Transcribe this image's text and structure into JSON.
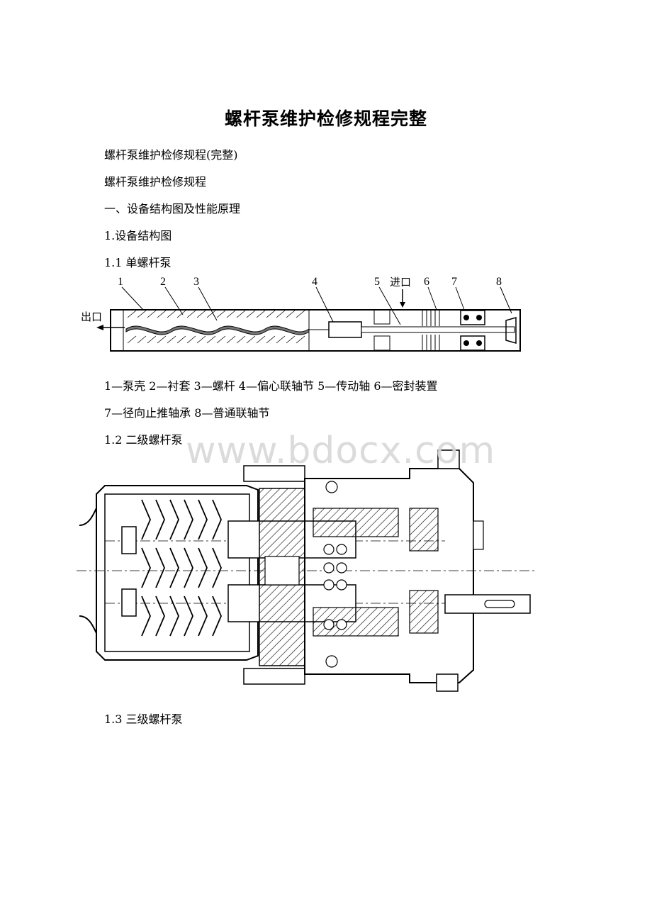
{
  "doc": {
    "title": "螺杆泵维护检修规程完整",
    "lines": [
      "螺杆泵维护检修规程(完整)",
      "螺杆泵维护检修规程",
      "一、设备结构图及性能原理",
      "1.设备结构图",
      "1.1 单螺杆泵"
    ],
    "legend1": "1—泵壳 2—衬套 3—螺杆 4—偏心联轴节 5—传动轴 6—密封装置",
    "legend2": "7—径向止推轴承 8—普通联轴节",
    "heading_1_2": "1.2 二级螺杆泵",
    "heading_1_3": "1.3 三级螺杆泵",
    "watermark": "www.bdocx.com"
  },
  "figure1": {
    "outlet_label": "出口",
    "inlet_label": "进口",
    "part_numbers": [
      "1",
      "2",
      "3",
      "4",
      "5",
      "6",
      "7",
      "8"
    ]
  }
}
